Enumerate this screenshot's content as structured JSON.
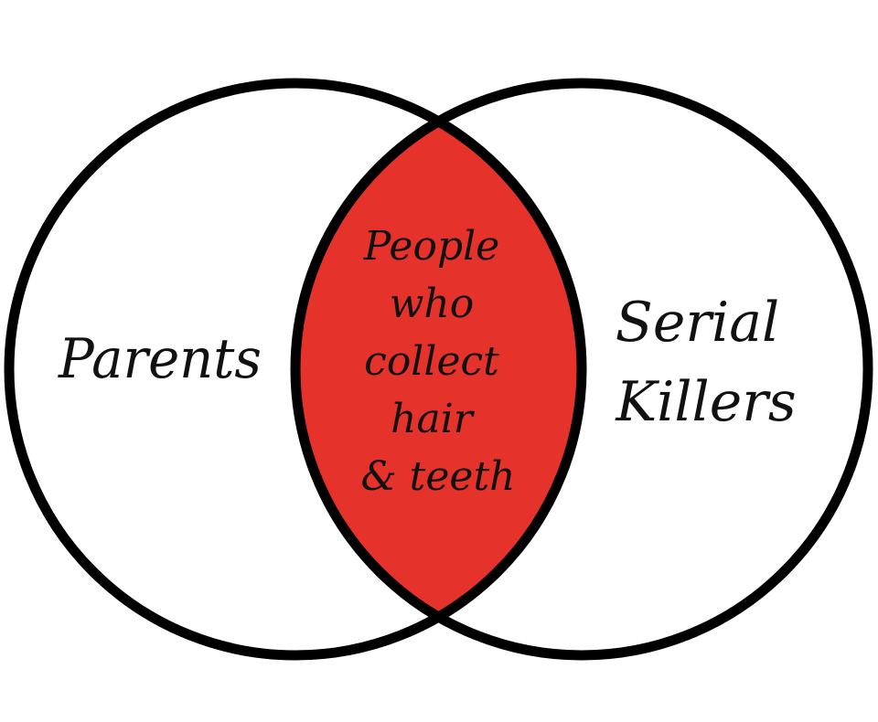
{
  "diagram": {
    "type": "venn",
    "sets": [
      {
        "label_lines": [
          "Parents"
        ]
      },
      {
        "label_lines": [
          "Serial",
          "Killers"
        ]
      }
    ],
    "intersection": {
      "label_lines": [
        "People",
        "who",
        "collect",
        "hair",
        "& teeth"
      ]
    }
  },
  "colors": {
    "background": "#ffffff",
    "circle_stroke": "#000000",
    "intersection_fill": "#e5322a",
    "text": "#111111"
  }
}
